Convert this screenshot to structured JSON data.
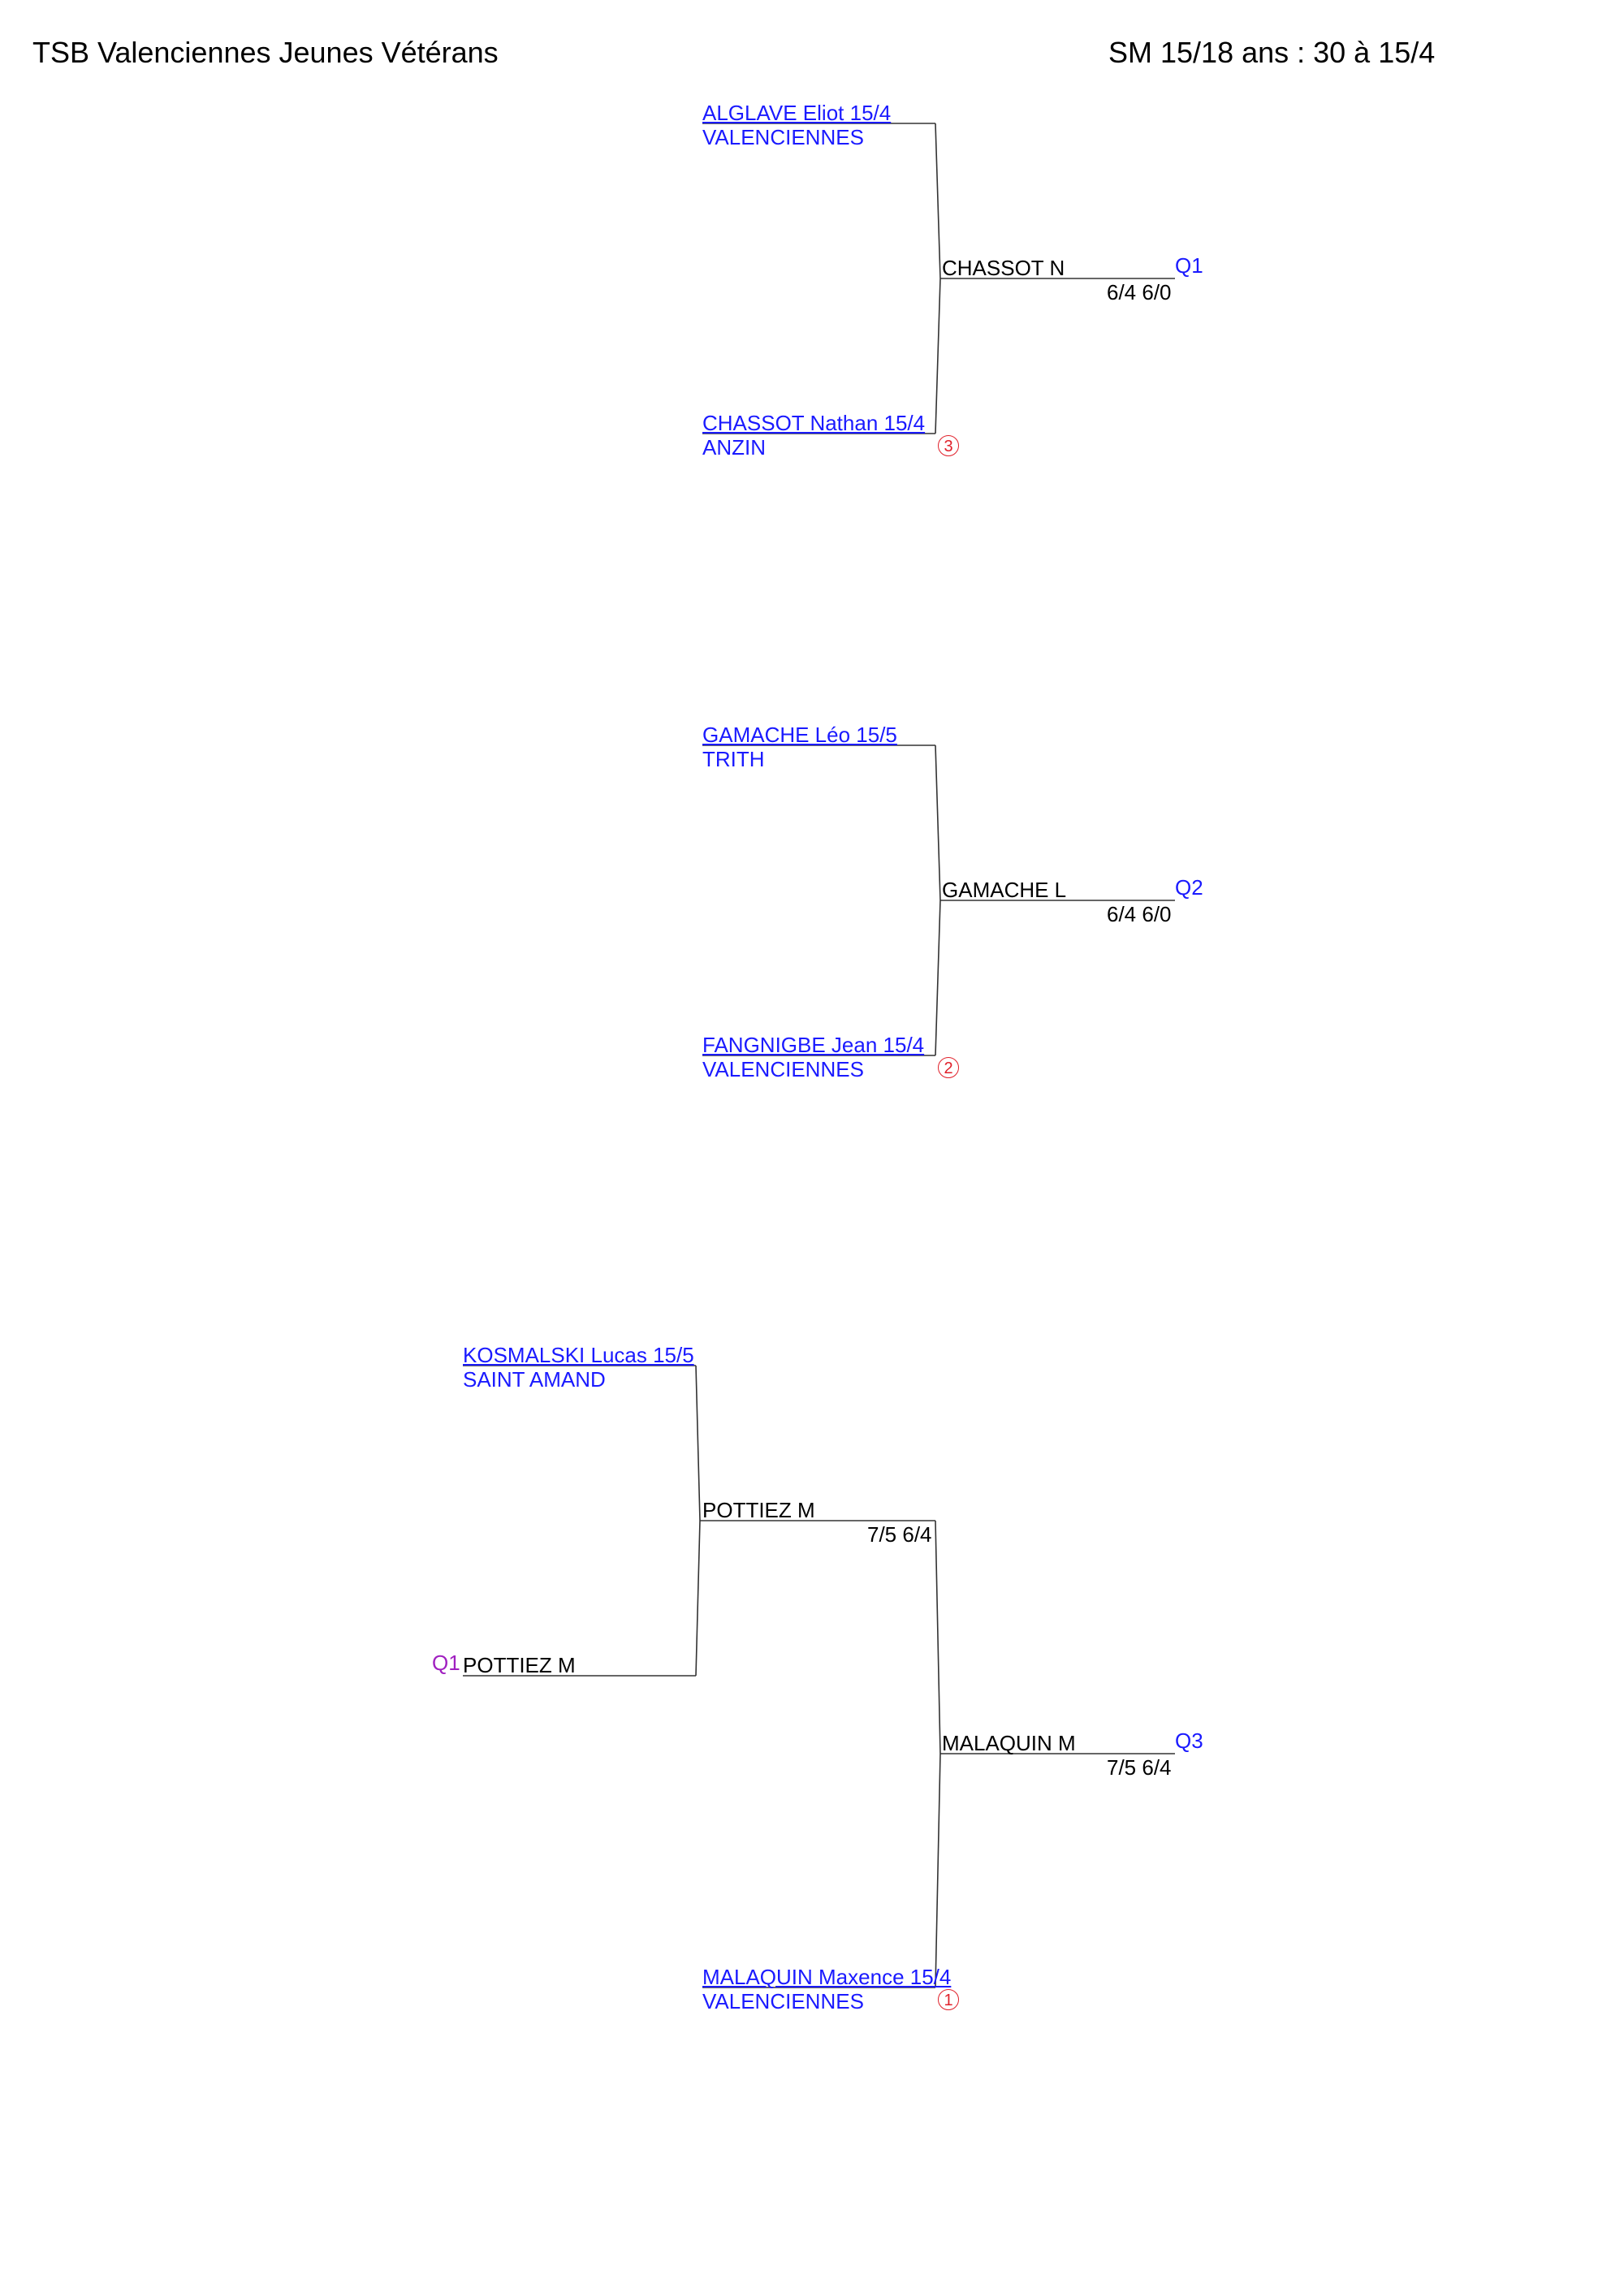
{
  "header": {
    "club_title": "TSB Valenciennes Jeunes Vétérans",
    "category": "SM 15/18 ans : 30 à 15/4"
  },
  "draw1": {
    "entry_top": {
      "player": "ALGLAVE Eliot 15/4",
      "club": "VALENCIENNES"
    },
    "entry_bottom": {
      "player": "CHASSOT Nathan 15/4",
      "club": "ANZIN",
      "seed": "3"
    },
    "winner": "CHASSOT N",
    "score": "6/4 6/0",
    "qualifier": "Q1"
  },
  "draw2": {
    "entry_top": {
      "player": "GAMACHE Léo 15/5",
      "club": "TRITH"
    },
    "entry_bottom": {
      "player": "FANGNIGBE Jean 15/4",
      "club": "VALENCIENNES",
      "seed": "2"
    },
    "winner": "GAMACHE L",
    "score": "6/4 6/0",
    "qualifier": "Q2"
  },
  "draw3": {
    "entry_top": {
      "player": "KOSMALSKI Lucas 15/5",
      "club": "SAINT AMAND"
    },
    "entry_qualifier": {
      "tag": "Q1",
      "name": "POTTIEZ M"
    },
    "round1_winner": "POTTIEZ M",
    "round1_score": "7/5 6/4",
    "entry_bottom": {
      "player": "MALAQUIN Maxence 15/4",
      "club": "VALENCIENNES",
      "seed": "1"
    },
    "winner": "MALAQUIN M",
    "score": "7/5 6/4",
    "qualifier": "Q3"
  }
}
